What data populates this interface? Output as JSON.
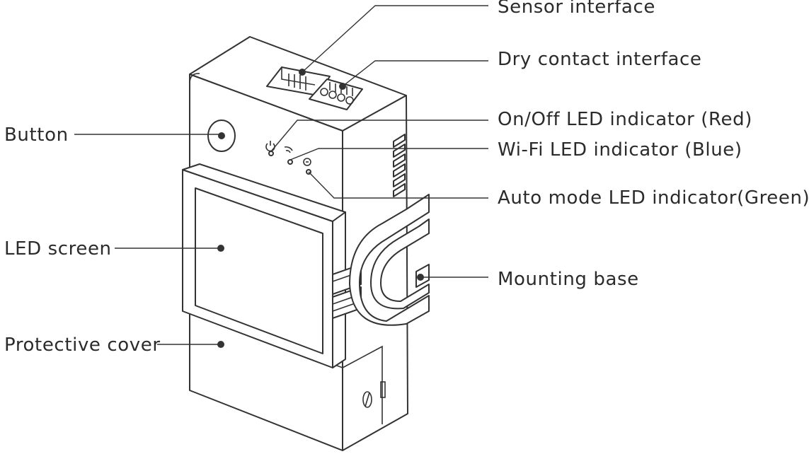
{
  "labels": {
    "sensor_interface": "Sensor interface",
    "dry_contact_interface": "Dry contact interface",
    "onoff_led": "On/Off LED indicator (Red)",
    "wifi_led": "Wi-Fi LED indicator (Blue)",
    "auto_mode_led": "Auto mode LED indicator(Green)",
    "mounting_base": "Mounting base",
    "button": "Button",
    "led_screen": "LED screen",
    "protective_cover": "Protective cover"
  },
  "icons": {
    "power": "power-icon",
    "wifi": "wifi-icon",
    "auto": "auto-mode-icon"
  },
  "colors": {
    "line": "#333333",
    "text": "#2b2b2b",
    "background": "#ffffff"
  }
}
